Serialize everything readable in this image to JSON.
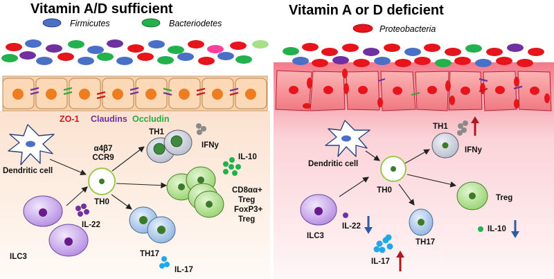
{
  "panels": {
    "left": {
      "title": "Vitamin A/D sufficient",
      "legend": [
        "Firmicutes",
        "Bacteriodetes"
      ],
      "junctions": [
        "ZO-1",
        "Claudins",
        "Occludin"
      ],
      "labels": {
        "dendritic_cell": "Dendritic cell",
        "integrin": "α4β7",
        "ccr9": "CCR9",
        "th0": "TH0",
        "th1": "TH1",
        "ifny": "IFNy",
        "il10": "IL-10",
        "cd8": "CD8αα+",
        "treg1": "Treg",
        "foxp3": "FoxP3+",
        "treg2": "Treg",
        "ilc3": "ILC3",
        "il22": "IL-22",
        "th17": "TH17",
        "il17": "IL-17"
      }
    },
    "right": {
      "title": "Vitamin A or D deficient",
      "legend": [
        "Proteobacteria"
      ],
      "labels": {
        "dendritic_cell": "Dendritic cell",
        "th0": "TH0",
        "th1": "TH1",
        "ifny": "IFNy",
        "treg": "Treg",
        "ilc3": "ILC3",
        "il22": "IL-22",
        "th17": "TH17",
        "il10": "IL-10",
        "il17": "IL-17"
      }
    }
  },
  "colors": {
    "firmicutes": "#4a6fc7",
    "bacteriodetes": "#22b14c",
    "proteobacteria": "#e8141b",
    "extra_bacteria": [
      "#7030a0",
      "#ff3fa0",
      "#a8e08a"
    ],
    "zo1": "#d0141b",
    "claudins": "#7030a0",
    "occludin": "#2eaa3c",
    "epithelium": "#f9cfa4",
    "nucleus": "#ee7d22",
    "th1_cell": "#c9cfdb",
    "treg_cell": "#aee08a",
    "th17_cell": "#a9c8ea",
    "ilc3_cell": "#c6a5ec",
    "il17_dot": "#20a8e8",
    "arrow_up": "#b01820",
    "arrow_down": "#2f5aa0"
  }
}
